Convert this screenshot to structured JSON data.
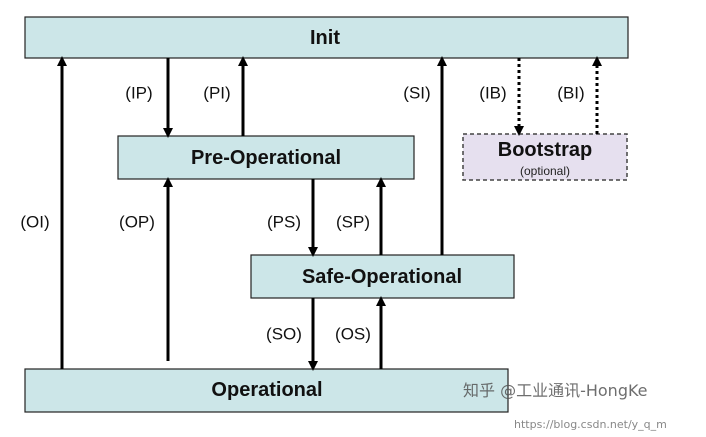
{
  "states": {
    "init": "Init",
    "pre_operational": "Pre-Operational",
    "safe_operational": "Safe-Operational",
    "operational": "Operational",
    "bootstrap": "Bootstrap",
    "bootstrap_note": "(optional)"
  },
  "transitions": {
    "ip": "(IP)",
    "pi": "(PI)",
    "si": "(SI)",
    "ib": "(IB)",
    "bi": "(BI)",
    "oi": "(OI)",
    "op": "(OP)",
    "ps": "(PS)",
    "sp": "(SP)",
    "so": "(SO)",
    "os": "(OS)"
  },
  "watermark": {
    "main": "知乎 @工业通讯-HongKe",
    "url": "https://blog.csdn.net/y_q_m"
  }
}
